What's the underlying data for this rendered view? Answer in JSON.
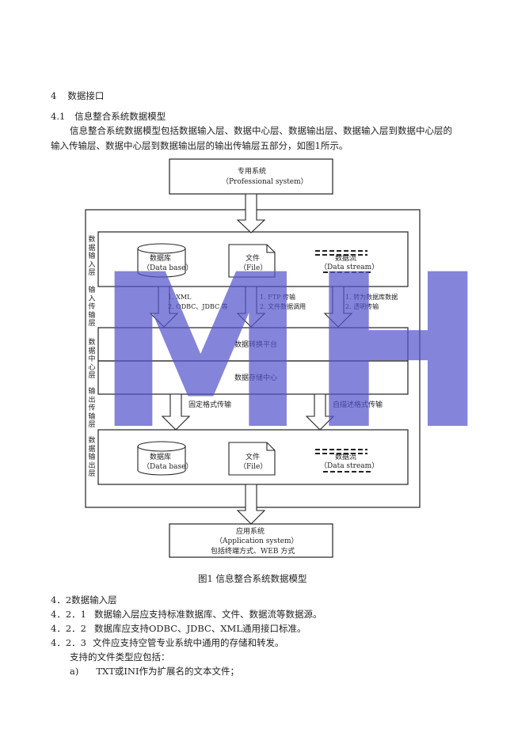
{
  "section": {
    "number": "4",
    "title": "数据接口"
  },
  "subsection_4_1": {
    "number": "4.1",
    "title": "信息整合系统数据模型"
  },
  "paragraph_4_1": {
    "line1": "信息整合系统数据模型包括数据输入层、数据中心层、数据输出层、数据输入层到数据中心层的",
    "line2": "输入传输层、数据中心层到数据输出层的输出传输层五部分，如图1所示。"
  },
  "diagram": {
    "professional_system": {
      "cn": "专用系统",
      "en": "（Professional system）"
    },
    "layers": {
      "input_layer": "数据输入层",
      "input_transfer_layer": "输入传输层",
      "center_layer": "数据中心层",
      "output_transfer_layer": "输出传输层",
      "output_layer": "数据输出层"
    },
    "input": {
      "database": {
        "cn": "数据库",
        "en": "（Data base）"
      },
      "file": {
        "cn": "文件",
        "en": "（File）"
      },
      "stream": {
        "cn": "数据流",
        "en": "（Data stream）"
      }
    },
    "input_transfer": {
      "db_line1": "1. XML",
      "db_line2": "2. ODBC、JDBC 等",
      "file_line1": "1. FTP 传输",
      "file_line2": "2. 文件数据调用",
      "stream_line1": "1. 转为数据库数据",
      "stream_line2": "2. 透明传输"
    },
    "conversion_platform": "数据转换平台",
    "storage_center": "数据存储中心",
    "fixed_format": "固定格式传输",
    "self_describing": "自描述格式传输",
    "output": {
      "database": {
        "cn": "数据库",
        "en": "（Data base）"
      },
      "file": {
        "cn": "文件",
        "en": "（File）"
      },
      "stream": {
        "cn": "数据流",
        "en": "（Data stream）"
      }
    },
    "application_system": {
      "cn": "应用系统",
      "en": "（Application system）",
      "note": "包括终端方式、WEB 方式"
    }
  },
  "figure_caption": "图1   信息整合系统数据模型",
  "subsection_4_2": {
    "number": "4．2",
    "title": "数据输入层"
  },
  "items": {
    "i421": {
      "number": "4．2．1",
      "text": "数据输入层应支持标准数据库、文件、数据流等数据源。"
    },
    "i422": {
      "number": "4．2．2",
      "text": "数据库应支持ODBC、JDBC、XML通用接口标准。"
    },
    "i423": {
      "number": "4．2．3",
      "text": "文件应支持空管专业系统中通用的存储和转发。"
    }
  },
  "file_types_intro": "支持的文件类型应包括：",
  "list_a": {
    "marker": "a)",
    "text": "TXT或INI作为扩展名的文本文件；"
  },
  "watermark": "MH",
  "colors": {
    "watermark": "#5555cc",
    "ink": "#222222"
  }
}
